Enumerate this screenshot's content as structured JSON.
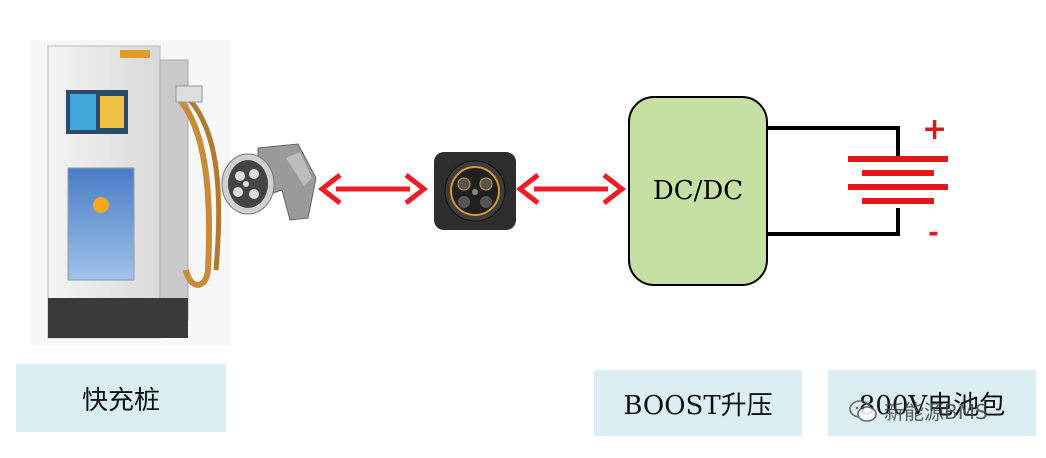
{
  "labels": {
    "charger": "快充桩",
    "boost": "BOOST升压",
    "battery": "800V电池包"
  },
  "dcdc": {
    "text": "DC/DC"
  },
  "battery_symbol": {
    "plus": "+",
    "minus": "-"
  },
  "watermark": {
    "text": "新能源BMS"
  },
  "colors": {
    "arrow": "#ee1c24",
    "label_bg": "#dbeef3",
    "dcdc_fill": "#c6e0a4",
    "battery_symbol": "#e3161b"
  },
  "icons": [
    "charging-pile-image",
    "charging-gun-image",
    "charging-socket-image",
    "double-arrow-icon",
    "battery-symbol-icon",
    "wechat-icon"
  ]
}
